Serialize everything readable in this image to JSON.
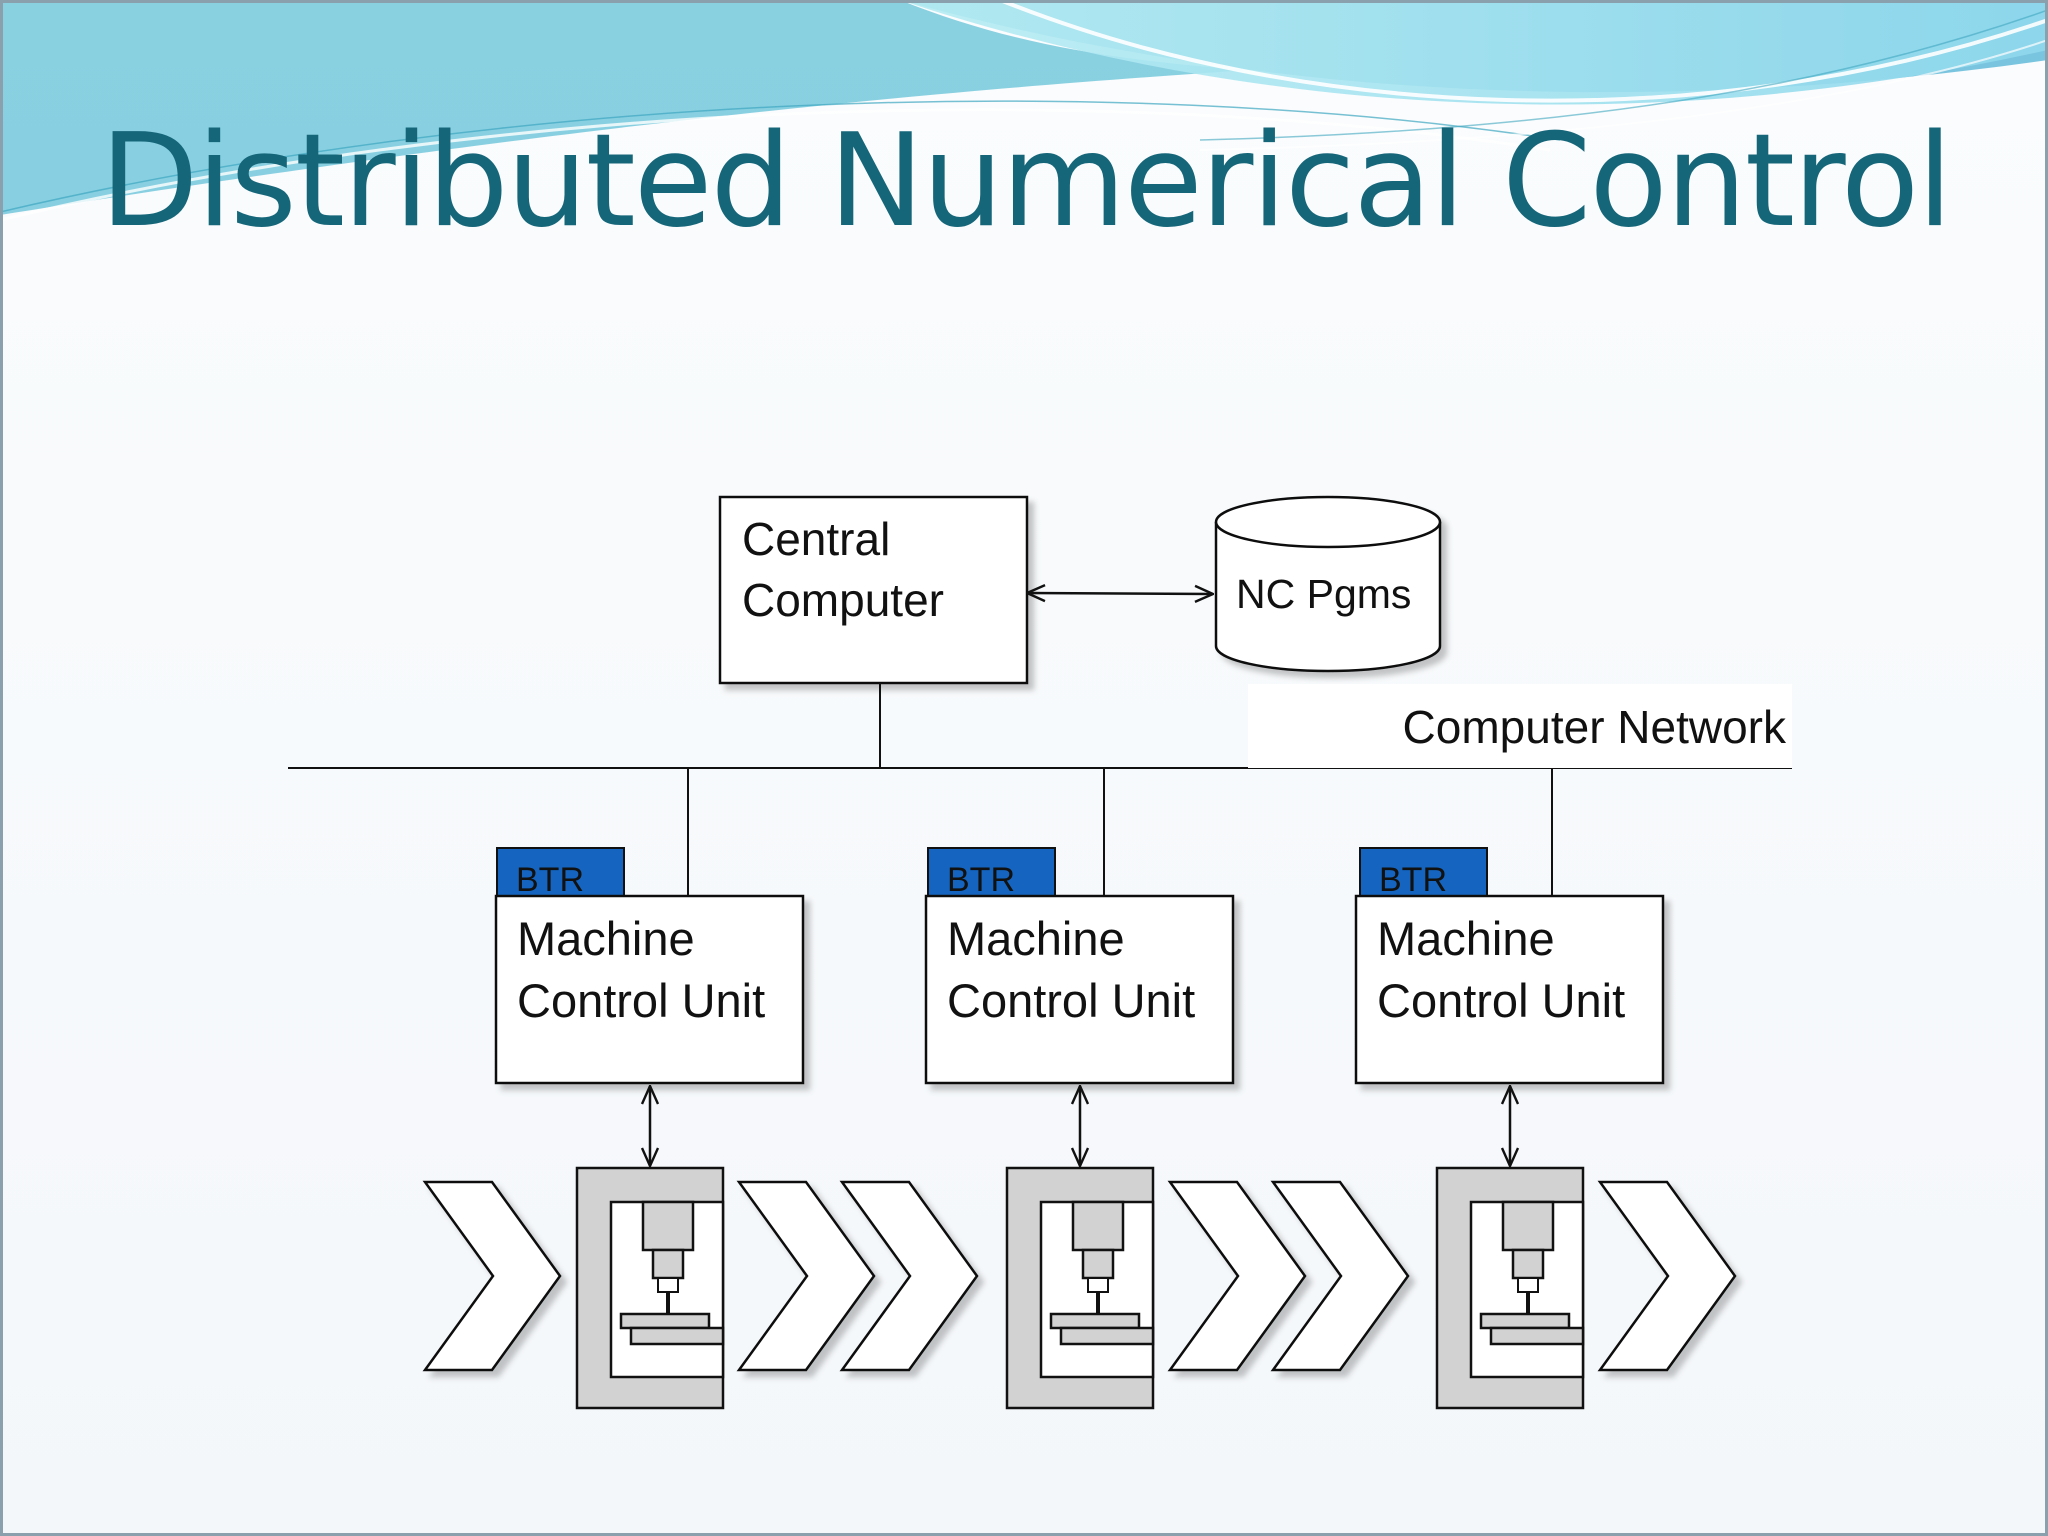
{
  "slide": {
    "title": "Distributed Numerical Control"
  },
  "diagram": {
    "central_computer": {
      "line1": "Central",
      "line2": "Computer"
    },
    "nc_programs": "NC Pgms",
    "network_label": "Computer Network",
    "units": [
      {
        "tag": "BTR",
        "line1": "Machine",
        "line2": "Control Unit"
      },
      {
        "tag": "BTR",
        "line1": "Machine",
        "line2": "Control Unit"
      },
      {
        "tag": "BTR",
        "line1": "Machine",
        "line2": "Control Unit"
      }
    ]
  },
  "colors": {
    "title": "#16667a",
    "btr_tag": "#1565c0",
    "machine_frame": "#d2d2d2"
  }
}
